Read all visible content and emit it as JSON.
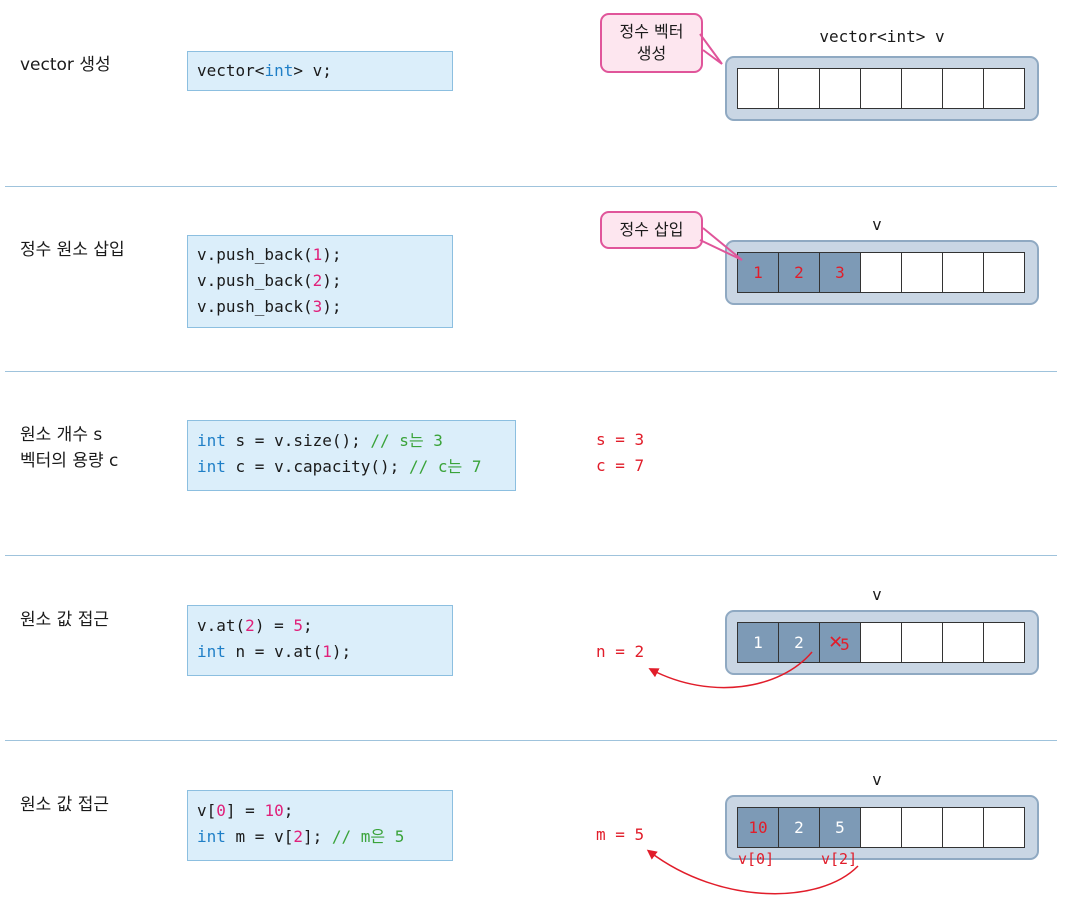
{
  "sections": [
    {
      "label": "vector 생성",
      "code": [
        [
          {
            "t": "vector<",
            "c": "plain"
          },
          {
            "t": "int",
            "c": "kw"
          },
          {
            "t": "> v;",
            "c": "plain"
          }
        ]
      ],
      "vector_title": "vector<int> v",
      "cells": [
        "",
        "",
        "",
        "",
        "",
        "",
        ""
      ],
      "callout": "정수 벡터\n생성"
    },
    {
      "label": "정수 원소 삽입",
      "code": [
        [
          {
            "t": "v.push_back(",
            "c": "plain"
          },
          {
            "t": "1",
            "c": "num"
          },
          {
            "t": ");",
            "c": "plain"
          }
        ],
        [
          {
            "t": "v.push_back(",
            "c": "plain"
          },
          {
            "t": "2",
            "c": "num"
          },
          {
            "t": ");",
            "c": "plain"
          }
        ],
        [
          {
            "t": "v.push_back(",
            "c": "plain"
          },
          {
            "t": "3",
            "c": "num"
          },
          {
            "t": ");",
            "c": "plain"
          }
        ]
      ],
      "vector_title": "v",
      "cells": [
        "1",
        "2",
        "3",
        "",
        "",
        "",
        ""
      ],
      "callout": "정수 삽입"
    },
    {
      "label": "원소 개수 s\n벡터의 용량 c",
      "code": [
        [
          {
            "t": "int",
            "c": "kw"
          },
          {
            "t": " s = v.size(); ",
            "c": "plain"
          },
          {
            "t": "// s는 3",
            "c": "cm"
          }
        ],
        [
          {
            "t": "int",
            "c": "kw"
          },
          {
            "t": " c = v.capacity(); ",
            "c": "plain"
          },
          {
            "t": "// c는 7",
            "c": "cm"
          }
        ]
      ],
      "result": "s = 3\nc = 7"
    },
    {
      "label": "원소 값 접근",
      "code": [
        [
          {
            "t": "v.at(",
            "c": "plain"
          },
          {
            "t": "2",
            "c": "num"
          },
          {
            "t": ") = ",
            "c": "plain"
          },
          {
            "t": "5",
            "c": "num"
          },
          {
            "t": ";",
            "c": "plain"
          }
        ],
        [
          {
            "t": "int",
            "c": "kw"
          },
          {
            "t": " n = v.at(",
            "c": "plain"
          },
          {
            "t": "1",
            "c": "num"
          },
          {
            "t": ");",
            "c": "plain"
          }
        ]
      ],
      "vector_title": "v",
      "cells": [
        "1",
        "2",
        "5",
        "",
        "",
        "",
        ""
      ],
      "result": "n = 2"
    },
    {
      "label": "원소 값 접근",
      "code": [
        [
          {
            "t": "v[",
            "c": "plain"
          },
          {
            "t": "0",
            "c": "num"
          },
          {
            "t": "] = ",
            "c": "plain"
          },
          {
            "t": "10",
            "c": "num"
          },
          {
            "t": ";",
            "c": "plain"
          }
        ],
        [
          {
            "t": "int",
            "c": "kw"
          },
          {
            "t": " m = v[",
            "c": "plain"
          },
          {
            "t": "2",
            "c": "num"
          },
          {
            "t": "]; ",
            "c": "plain"
          },
          {
            "t": "// m은 5",
            "c": "cm"
          }
        ]
      ],
      "vector_title": "v",
      "cells": [
        "10",
        "2",
        "5",
        "",
        "",
        "",
        ""
      ],
      "result": "m = 5",
      "index_labels": [
        "v[0]",
        "v[2]"
      ]
    }
  ],
  "colors": {
    "keyword": "#1f7fc7",
    "number": "#e0207a",
    "comment": "#3aa33a",
    "result": "#e11d2a",
    "code_bg": "#dbeefa",
    "callout_border": "#e0559a",
    "filled_cell": "#7d9ab6"
  }
}
